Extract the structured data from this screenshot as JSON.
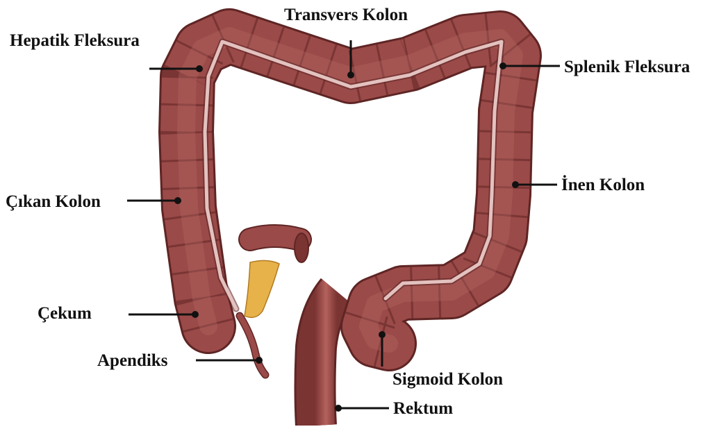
{
  "labels": {
    "transvers_kolon": "Transvers Kolon",
    "hepatik_fleksura": "Hepatik Fleksura",
    "splenik_fleksura": "Splenik Fleksura",
    "inen_kolon": "İnen Kolon",
    "cikan_kolon": "Çıkan Kolon",
    "cekum": "Çekum",
    "apendiks": "Apendiks",
    "sigmoid_kolon": "Sigmoid Kolon",
    "rektum": "Rektum"
  },
  "colors": {
    "colon_base": "#9a4a48",
    "colon_dark": "#5e2524",
    "colon_light": "#b86a66",
    "taenia": "#e3c2bf",
    "fat": "#e8b24a",
    "line": "#111111",
    "background": "#ffffff"
  }
}
